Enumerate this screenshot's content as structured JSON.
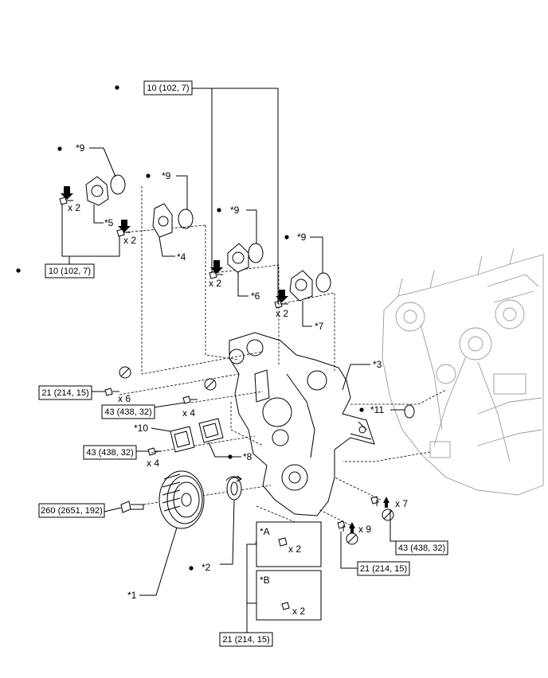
{
  "torque": {
    "t1": "10 (102, 7)",
    "t2": "10 (102, 7)",
    "t3": "21 (214, 15)",
    "t4": "43 (438, 32)",
    "t5": "43 (438, 32)",
    "t6": "260 (2651, 192)",
    "t7": "43 (438, 32)",
    "t8": "21 (214, 15)",
    "t9": "21 (214, 15)"
  },
  "callouts": {
    "c1": "*1",
    "c2": "*2",
    "c3": "*3",
    "c4": "*4",
    "c5": "*5",
    "c6": "*6",
    "c7": "*7",
    "c8": "*8",
    "c9a": "*9",
    "c9b": "*9",
    "c9c": "*9",
    "c9d": "*9",
    "c10": "*10",
    "c11": "*11"
  },
  "quantities": {
    "q1": "x 2",
    "q2": "x 2",
    "q3": "x 2",
    "q4": "x 2",
    "q5": "x 6",
    "q6": "x 4",
    "q7": "x 4",
    "q8": "x 7",
    "q9": "x 9",
    "q10": "x 2",
    "q11": "x 2"
  },
  "detail_boxes": {
    "a_label": "*A",
    "b_label": "*B"
  },
  "colors": {
    "line": "#000000",
    "engine_outline": "#9a9a9a"
  }
}
